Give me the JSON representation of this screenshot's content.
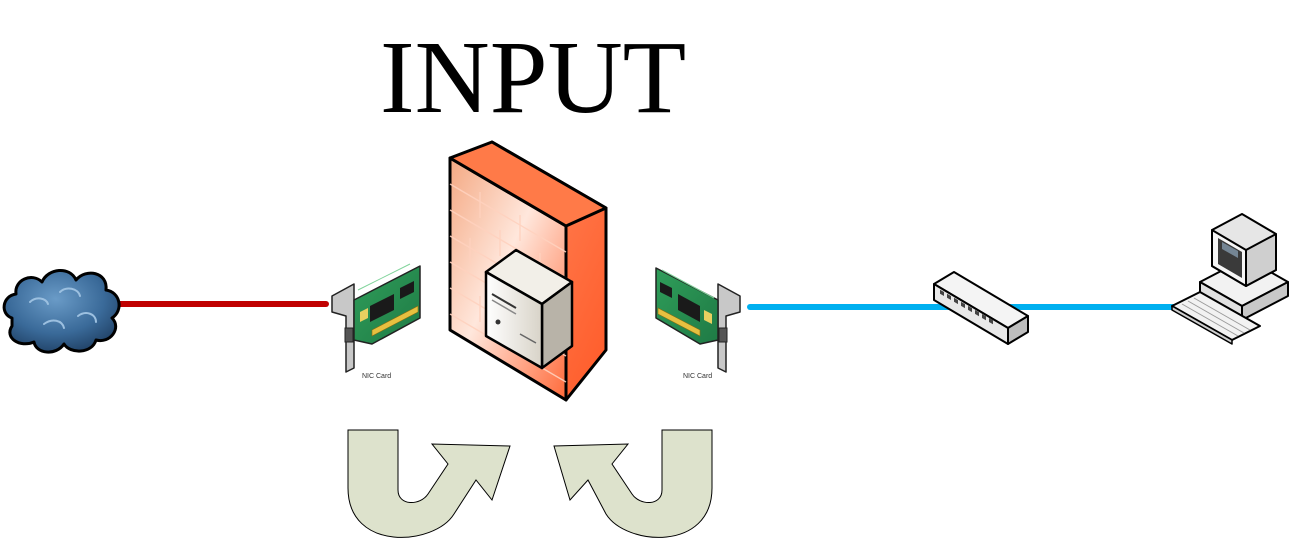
{
  "title": "INPUT",
  "nodes": {
    "internet": {
      "icon": "cloud-icon"
    },
    "nic_left": {
      "icon": "nic-card-icon",
      "label": "NIC Card"
    },
    "firewall": {
      "icon": "firewall-server-icon"
    },
    "nic_right": {
      "icon": "nic-card-icon",
      "label": "NIC Card"
    },
    "switch": {
      "icon": "network-switch-icon"
    },
    "workstation": {
      "icon": "desktop-computer-icon"
    }
  },
  "links": {
    "external": {
      "color": "#c00000"
    },
    "internal": {
      "color": "#00b0f0"
    }
  },
  "flow_arrows": {
    "fill": "#dde2cc"
  }
}
